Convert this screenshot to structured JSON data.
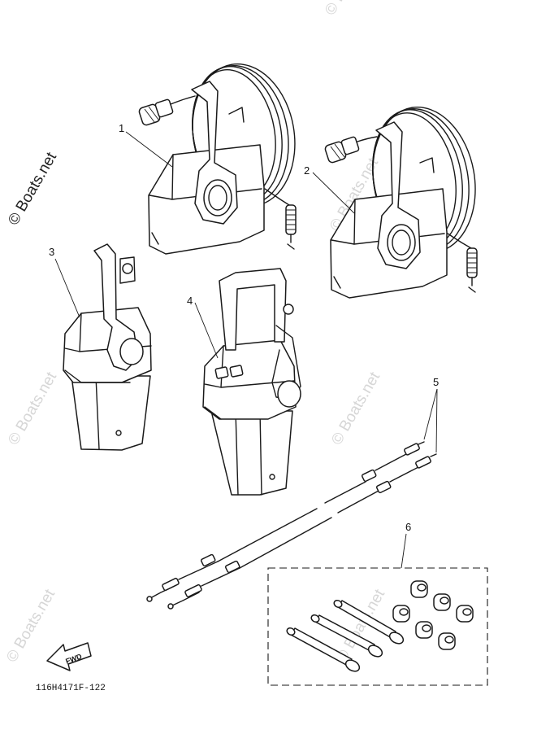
{
  "diagram": {
    "callouts": [
      "1",
      "2",
      "3",
      "4",
      "5",
      "6"
    ],
    "part_code": "116H4171F-122",
    "direction_label": "FWD"
  },
  "watermarks": [
    "© Boats.net",
    "© Boats.net",
    "© Boats.net",
    "© Boats.net",
    "© Boats.net",
    "© Boats.net",
    "© Boats.net"
  ],
  "colors": {
    "line": "#1a1a1a",
    "watermark": "#c9c9c9",
    "background": "#ffffff"
  }
}
